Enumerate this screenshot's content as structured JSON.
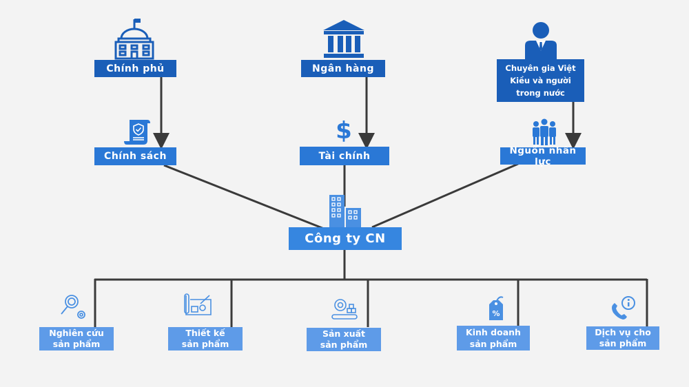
{
  "colors": {
    "top_box": "#1a5eb8",
    "mid_box": "#2a78d6",
    "bottom_box": "#5e9be8",
    "line": "#3a3a3a",
    "background": "#f3f3f3"
  },
  "top": [
    {
      "label": "Chính phủ",
      "icon": "government-building-icon"
    },
    {
      "label": "Ngân hàng",
      "icon": "bank-icon"
    },
    {
      "label": "Chuyên gia Việt Kiều và người trong nước",
      "lines": [
        "Chuyên gia Việt",
        "Kiều và người",
        "trong nước"
      ],
      "icon": "businessman-icon"
    }
  ],
  "middle": [
    {
      "label": "Chính sách",
      "icon": "policy-document-icon"
    },
    {
      "label": "Tài chính",
      "icon": "dollar-icon"
    },
    {
      "label": "Nguồn nhân lực",
      "icon": "people-group-icon"
    }
  ],
  "center": {
    "label": "Công ty CN",
    "icon": "office-buildings-icon"
  },
  "bottom": [
    {
      "line1": "Nghiên cứu",
      "line2": "sản phẩm",
      "icon": "research-magnifier-gear-icon"
    },
    {
      "line1": "Thiết kế",
      "line2": "sản phẩm",
      "icon": "blueprint-design-icon"
    },
    {
      "line1": "Sản xuất",
      "line2": "sản phẩm",
      "icon": "production-gear-conveyor-icon"
    },
    {
      "line1": "Kinh doanh",
      "line2": "sản phẩm",
      "icon": "price-tag-percent-icon"
    },
    {
      "line1": "Dịch vụ cho",
      "line2": "sản phẩm",
      "icon": "phone-info-icon"
    }
  ]
}
